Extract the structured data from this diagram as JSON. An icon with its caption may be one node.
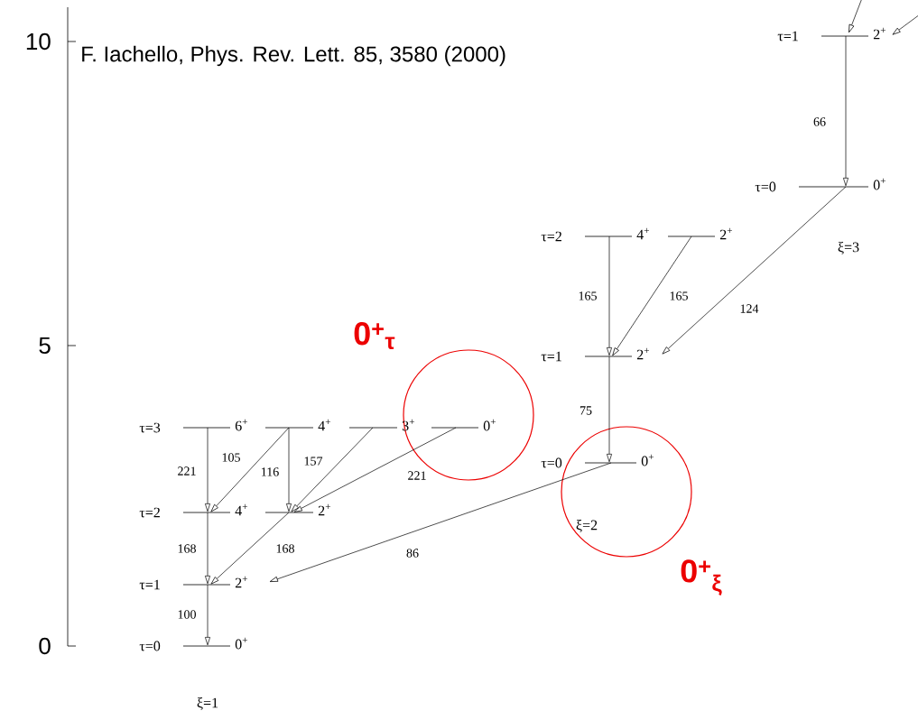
{
  "diagram": {
    "nodes": [
      {
        "text": [
          "6$^{+}$"
        ],
        "beside": [
          "τ=3"
        ]
      },
      {
        "text": [
          "4$^{+}$"
        ]
      },
      {
        "text": [
          "3$^{+}$"
        ]
      },
      {
        "text": [
          "0$^{+}$"
        ]
      },
      {
        "text": [
          "4$^{+}$"
        ],
        "beside": [
          "τ=2"
        ]
      },
      {
        "text": [
          "2$^{+}$"
        ]
      },
      {
        "text": [
          "2$^{+}$"
        ],
        "beside": [
          "τ=1"
        ]
      },
      {
        "text": [
          "0$^{+}$"
        ],
        "beside": [
          "τ=0"
        ]
      },
      {
        "text": [
          "4$^{+}$"
        ],
        "beside": [
          "τ=2"
        ]
      },
      {
        "text": [
          "2$^{+}$"
        ]
      },
      {
        "text": [
          "2$^{+}$"
        ],
        "beside": [
          "τ=1"
        ]
      },
      {
        "text": [
          "0$^{+}$"
        ],
        "beside": [
          "τ=0"
        ]
      },
      {
        "text": [
          "2$^{+}$"
        ],
        "beside": [
          "τ=1"
        ]
      },
      {
        "text": [
          "0$^{+}$"
        ],
        "beside": [
          "τ=0"
        ]
      }
    ],
    "edges": [
      {
        "from": 0,
        "to": 4,
        "arrow": "to",
        "label": "221"
      },
      {
        "from": 1,
        "to": 4,
        "arrow": "to",
        "label": "105"
      },
      {
        "from": 1,
        "to": 5,
        "arrow": "to",
        "label": "116"
      },
      {
        "from": 2,
        "to": 5,
        "arrow": "to",
        "label": "157"
      },
      {
        "from": 3,
        "to": 5,
        "arrow": "to",
        "label": "221"
      },
      {
        "from": 4,
        "to": 6,
        "arrow": "to",
        "label": "168"
      },
      {
        "from": 5,
        "to": 6,
        "arrow": "to",
        "label": "168"
      },
      {
        "from": 6,
        "to": 7,
        "arrow": "to",
        "label": "100"
      },
      {
        "from": 11,
        "to": 6,
        "arrow": "to",
        "label": "86"
      },
      {
        "from": 8,
        "to": 10,
        "arrow": "to",
        "label": "165"
      },
      {
        "from": 9,
        "to": 10,
        "arrow": "to",
        "label": "165"
      },
      {
        "from": 10,
        "to": 11,
        "arrow": "to",
        "label": "75"
      },
      {
        "from": 13,
        "to": 10,
        "arrow": "to",
        "label": "124"
      },
      {
        "from": 12,
        "to": 13,
        "arrow": "to",
        "label": "66"
      },
      {
        "from": null,
        "to": 12,
        "arrow": "to"
      },
      {
        "from": null,
        "to": 12,
        "arrow": "to"
      }
    ],
    "labels": [
      "10",
      "F. Iachello, Phys. Rev. Lett. 85, 3580 (2000)",
      "ξ=3",
      "5",
      "0$^{+}$$_{τ}$",
      "ξ=2",
      "0$^{+}$$_{ξ}$",
      "0",
      "ξ=1"
    ]
  }
}
